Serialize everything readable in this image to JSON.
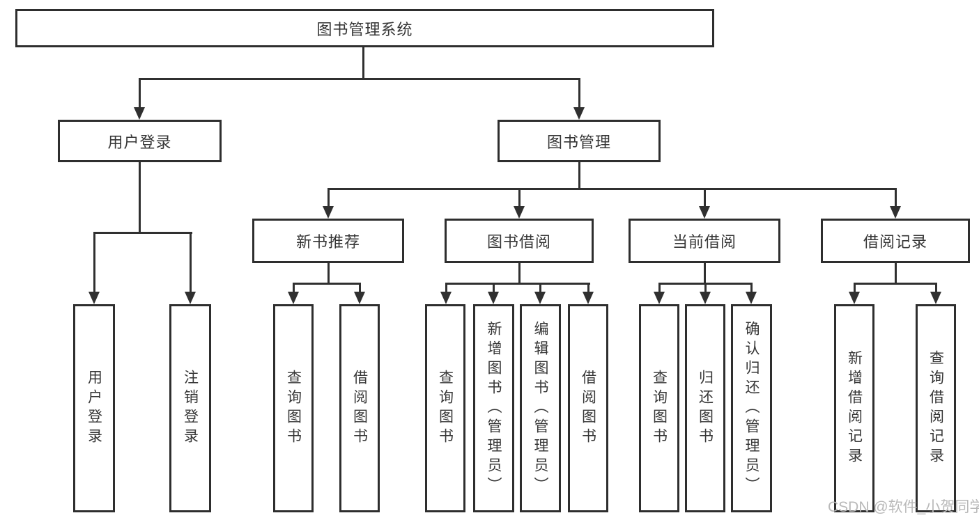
{
  "tree": {
    "label": "图书管理系统",
    "children": [
      {
        "label": "用户登录",
        "children": [
          {
            "label": "用户登录"
          },
          {
            "label": "注销登录"
          }
        ]
      },
      {
        "label": "图书管理",
        "children": [
          {
            "label": "新书推荐",
            "children": [
              {
                "label": "查询图书"
              },
              {
                "label": "借阅图书"
              }
            ]
          },
          {
            "label": "图书借阅",
            "children": [
              {
                "label": "查询图书"
              },
              {
                "label": "新增图书（管理员）"
              },
              {
                "label": "编辑图书（管理员）"
              },
              {
                "label": "借阅图书"
              }
            ]
          },
          {
            "label": "当前借阅",
            "children": [
              {
                "label": "查询图书"
              },
              {
                "label": "归还图书"
              },
              {
                "label": "确认归还（管理员）"
              }
            ]
          },
          {
            "label": "借阅记录",
            "children": [
              {
                "label": "新增借阅记录"
              },
              {
                "label": "查询借阅记录"
              }
            ]
          }
        ]
      }
    ]
  },
  "watermark": {
    "text": "CSDN @软件_小贺同学"
  },
  "colors": {
    "line": "#303030",
    "box_border": "#2e2e2e",
    "text": "#363636",
    "watermark": "#b9b9b9",
    "background": "#ffffff"
  }
}
